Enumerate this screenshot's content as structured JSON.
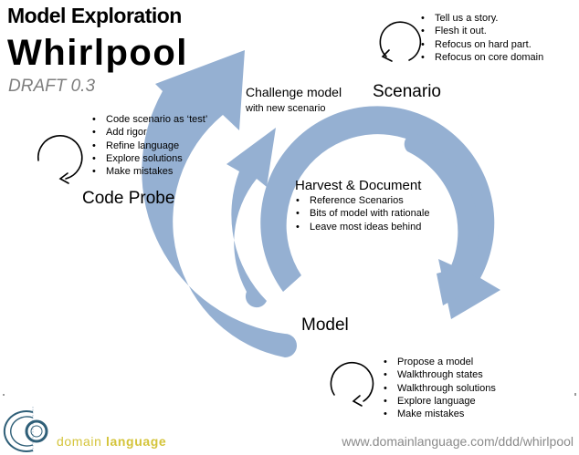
{
  "header": {
    "title": "Model Exploration",
    "subtitle": "Whirlpool",
    "version": "DRAFT 0.3"
  },
  "stages": {
    "scenario": {
      "label": "Scenario",
      "items": [
        "Tell us a story.",
        "Flesh it out.",
        "Refocus on hard part.",
        "Refocus on core domain"
      ]
    },
    "code_probe": {
      "label": "Code Probe",
      "items": [
        "Code scenario as ‘test’",
        "Add rigor",
        "Refine language",
        "Explore solutions",
        "Make mistakes"
      ]
    },
    "model": {
      "label": "Model",
      "items": [
        "Propose a model",
        "Walkthrough states",
        "Walkthrough solutions",
        "Explore language",
        "Make mistakes"
      ]
    },
    "challenge": {
      "title": "Challenge model",
      "subtitle": "with new scenario"
    },
    "harvest": {
      "title": "Harvest & Document",
      "items": [
        "Reference Scenarios",
        "Bits of model with rationale",
        "Leave most ideas behind"
      ]
    }
  },
  "footer": {
    "brand_light": "domain",
    "brand_bold": "language",
    "url": "www.domainlanguage.com/ddd/whirlpool"
  },
  "colors": {
    "arrow_fill": "#95b0d2",
    "brand_text": "#d4c43a",
    "logo": "#2f5f78",
    "draft_text": "#7f7f7f",
    "url_text": "#8a8a8a"
  }
}
